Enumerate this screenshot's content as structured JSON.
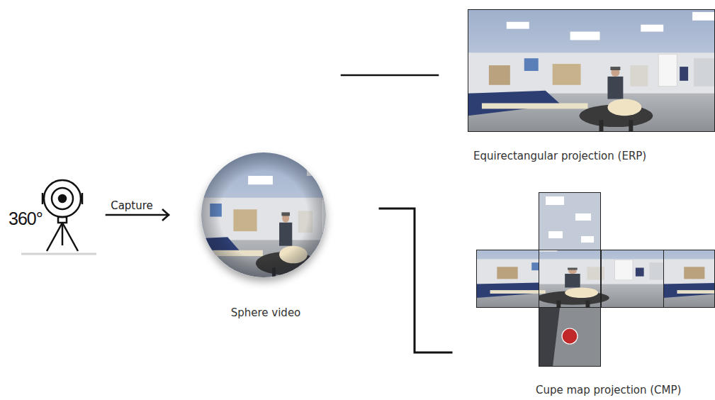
{
  "diagram": {
    "nodes": [
      {
        "text": [
          "360°"
        ]
      },
      {
        "text": [
          "Sphere video"
        ]
      },
      {
        "text": [
          "Equirectangular projection (ERP)"
        ]
      },
      {
        "text": [
          "Cupe map projection (CMP)"
        ]
      }
    ],
    "edges": [
      {
        "from": 0,
        "to": 1,
        "arrow": "to",
        "label": "Capture"
      },
      {
        "from": 1,
        "to": 2,
        "arrow": "none"
      },
      {
        "from": 1,
        "to": 3,
        "arrow": "none"
      }
    ]
  }
}
